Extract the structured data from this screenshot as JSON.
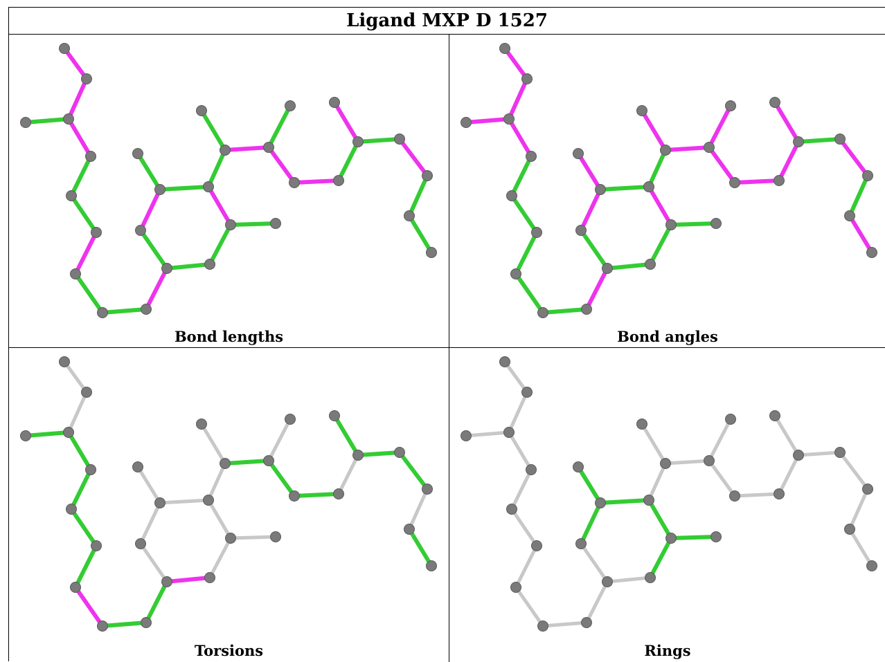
{
  "title": "Ligand MXP D 1527",
  "colors": {
    "green": "#33cc33",
    "magenta": "#ee33ee",
    "gray": "#c8c8c8",
    "atom": "#7a7a7a"
  },
  "panels": [
    {
      "caption": "Bond lengths",
      "bond_colors": [
        "magenta",
        "magenta",
        "green",
        "magenta",
        "green",
        "green",
        "magenta",
        "green",
        "green",
        "magenta",
        "green",
        "green",
        "green",
        "magenta",
        "green",
        "magenta",
        "green",
        "green",
        "green",
        "green",
        "magenta",
        "green",
        "magenta",
        "magenta",
        "green",
        "magenta",
        "green",
        "magenta",
        "green",
        "green",
        "green",
        "green",
        "green",
        "green"
      ]
    },
    {
      "caption": "Bond angles",
      "bond_colors": [
        "magenta",
        "magenta",
        "magenta",
        "magenta",
        "green",
        "green",
        "green",
        "green",
        "green",
        "magenta",
        "green",
        "green",
        "green",
        "magenta",
        "green",
        "magenta",
        "magenta",
        "green",
        "green",
        "magenta",
        "magenta",
        "magenta",
        "magenta",
        "magenta",
        "magenta",
        "magenta",
        "green",
        "magenta",
        "green",
        "magenta",
        "magenta",
        "magenta",
        "green",
        "green"
      ]
    },
    {
      "caption": "Torsions",
      "bond_colors": [
        "gray",
        "gray",
        "green",
        "green",
        "green",
        "green",
        "green",
        "magenta",
        "green",
        "green",
        "magenta",
        "gray",
        "gray",
        "gray",
        "gray",
        "gray",
        "gray",
        "gray",
        "gray",
        "gray",
        "green",
        "gray",
        "green",
        "green",
        "gray",
        "green",
        "green",
        "green",
        "gray",
        "green",
        "magenta",
        "magenta",
        "green",
        "gray"
      ]
    },
    {
      "caption": "Rings",
      "bond_colors": [
        "gray",
        "gray",
        "gray",
        "gray",
        "gray",
        "gray",
        "gray",
        "gray",
        "gray",
        "gray",
        "gray",
        "gray",
        "green",
        "green",
        "green",
        "green",
        "green",
        "green",
        "gray",
        "gray",
        "gray",
        "gray",
        "gray",
        "gray",
        "gray",
        "gray",
        "gray",
        "gray",
        "gray",
        "gray",
        "gray",
        "gray",
        "gray",
        "gray"
      ]
    }
  ]
}
